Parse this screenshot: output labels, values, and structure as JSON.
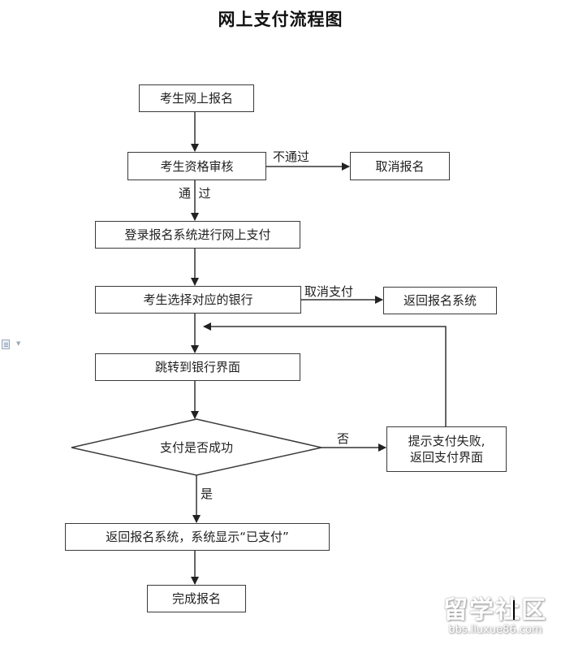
{
  "title": "网上支付流程图",
  "nodes": {
    "online_register": "考生网上报名",
    "qualification_review": "考生资格审核",
    "cancel_registration": "取消报名",
    "login_pay": "登录报名系统进行网上支付",
    "choose_bank": "考生选择对应的银行",
    "return_system": "返回报名系统",
    "jump_bank": "跳转到银行界面",
    "payment_success_decision": "支付是否成功",
    "payment_failed_line1": "提示支付失败,",
    "payment_failed_line2": "返回支付界面",
    "return_paid": "返回报名系统，系统显示“已支付”",
    "complete": "完成报名"
  },
  "edge_labels": {
    "not_passed": "不通过",
    "passed": "通  过",
    "cancel_payment": "取消支付",
    "no": "否",
    "yes": "是"
  },
  "watermark": {
    "main": "留学社区",
    "sub": "bbs.liuxue86.com"
  },
  "icons": {
    "side_icon": "document-icon"
  }
}
